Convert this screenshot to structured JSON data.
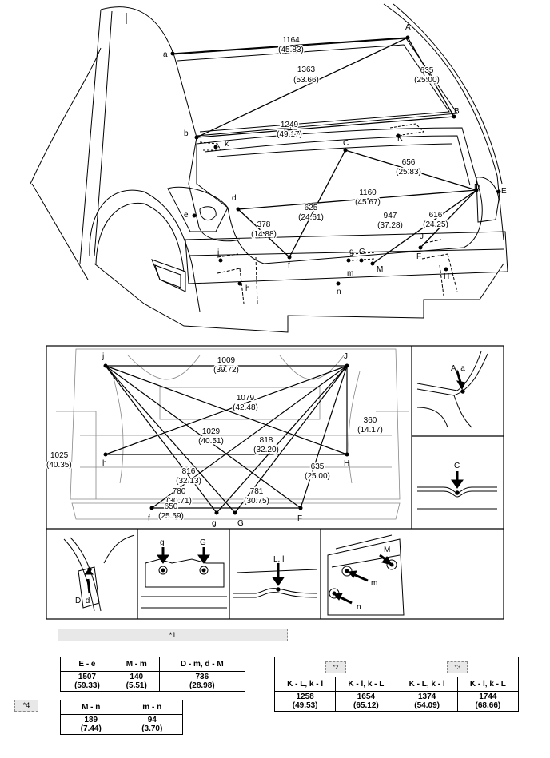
{
  "top_view": {
    "points": {
      "a": "a",
      "A": "A",
      "b": "b",
      "B": "B",
      "C": "C",
      "d": "d",
      "D": "D",
      "e": "e",
      "E": "E",
      "f": "f",
      "g": "g",
      "G": "G",
      "h": "h",
      "H": "H",
      "j": "j",
      "J": "J",
      "k": "k",
      "K": "K",
      "m": "m",
      "M": "M",
      "n": "n"
    },
    "dims": {
      "a_A": [
        "1164",
        "(45.83)"
      ],
      "b_A": [
        "1363",
        "(53.66)"
      ],
      "A_B": [
        "635",
        "(25.00)"
      ],
      "b_B": [
        "1249",
        "(49.17)"
      ],
      "C_D": [
        "656",
        "(25.83)"
      ],
      "d_D": [
        "1160",
        "(45.67)"
      ],
      "C_f": [
        "625",
        "(24.61)"
      ],
      "d_f": [
        "378",
        "(14.88)"
      ],
      "D_M": [
        "947",
        "(37.28)"
      ],
      "D_J": [
        "616",
        "(24.25)"
      ]
    }
  },
  "bottom_view": {
    "points": {
      "j": "j",
      "J": "J",
      "h": "h",
      "H": "H",
      "f": "f",
      "F": "F",
      "g": "g",
      "G": "G"
    },
    "dims": {
      "j_J": [
        "1009",
        "(39.72)"
      ],
      "j_H": [
        "1079",
        "(42.48)"
      ],
      "J_H": [
        "360",
        "(14.17)"
      ],
      "J_f": [
        "1029",
        "(40.51)"
      ],
      "J_h": [
        "818",
        "(32.20)"
      ],
      "h_H": [
        "1025",
        "(40.35)"
      ],
      "j_F": [
        "816",
        "(32.13)"
      ],
      "J_F": [
        "635",
        "(25.00)"
      ],
      "j_G": [
        "780",
        "(30.71)"
      ],
      "J_g": [
        "781",
        "(30.75)"
      ],
      "f_F": [
        "650",
        "(25.59)"
      ]
    }
  },
  "details": {
    "Aa": "A, a",
    "C": "C",
    "Dd": "D, d",
    "g": "g",
    "G": "G",
    "Ll": "L, l",
    "M": "M",
    "m": "m",
    "n": "n"
  },
  "callouts": {
    "c1": "*1",
    "c2": "*2",
    "c3": "*3",
    "c4": "*4"
  },
  "table_left": {
    "headers": [
      "E - e",
      "M - m",
      "D - m, d - M"
    ],
    "values": [
      [
        "1507",
        "(59.33)"
      ],
      [
        "140",
        "(5.51)"
      ],
      [
        "736",
        "(28.98)"
      ]
    ]
  },
  "table_small": {
    "headers": [
      "M - n",
      "m - n"
    ],
    "values": [
      [
        "189",
        "(7.44)"
      ],
      [
        "94",
        "(3.70)"
      ]
    ]
  },
  "table_right": {
    "headers": [
      "K - L, k - l",
      "K - l, k - L",
      "K - L, k - l",
      "K - l, k - L"
    ],
    "values": [
      [
        "1258",
        "(49.53)"
      ],
      [
        "1654",
        "(65.12)"
      ],
      [
        "1374",
        "(54.09)"
      ],
      [
        "1744",
        "(68.66)"
      ]
    ]
  }
}
